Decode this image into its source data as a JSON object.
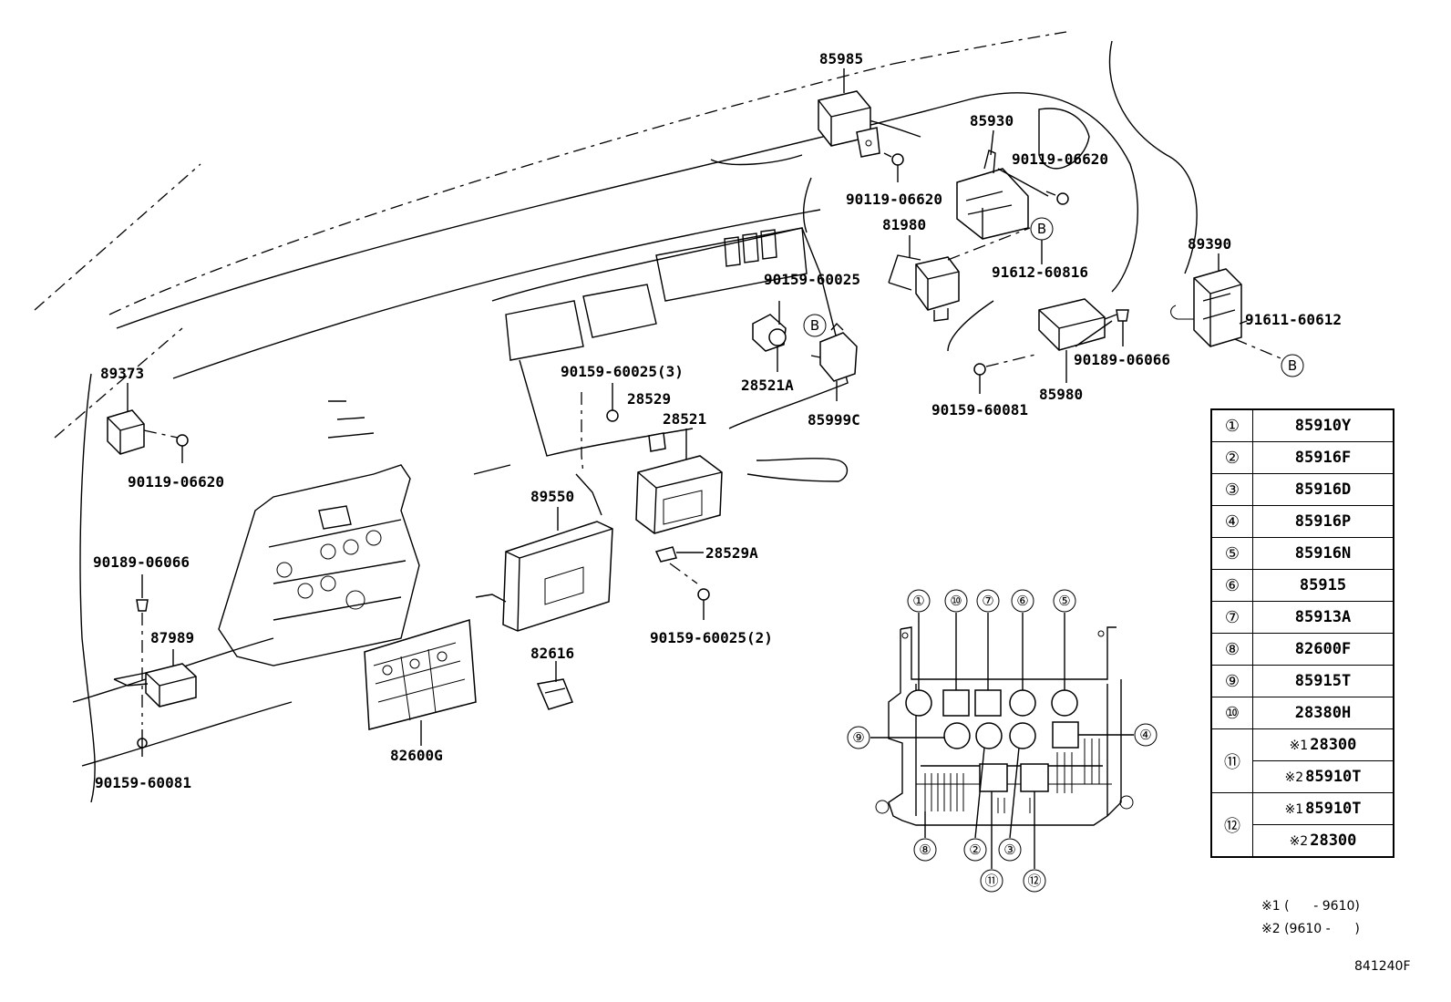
{
  "callouts": {
    "p85985": "85985",
    "p85930": "85930",
    "p90119_a": "90119-06620",
    "p90119_b": "90119-06620",
    "p81980": "81980",
    "p91612": "91612-60816",
    "p89390": "89390",
    "p90159_25": "90159-60025",
    "p91611": "91611-60612",
    "p28521A": "28521A",
    "p85999C": "85999C",
    "p90189_a": "90189-06066",
    "p90159_81a": "90159-60081",
    "p85980": "85980",
    "p89373": "89373",
    "p90159_25_3": "90159-60025(3)",
    "p28529": "28529",
    "p28521": "28521",
    "p90119_c": "90119-06620",
    "p89550": "89550",
    "p28529A": "28529A",
    "p90189_b": "90189-06066",
    "p90159_25_2": "90159-60025(2)",
    "p82616": "82616",
    "p87989": "87989",
    "p82600G": "82600G",
    "p90159_81b": "90159-60081"
  },
  "ref_marks": {
    "b1": "B",
    "b2": "B",
    "b3": "B"
  },
  "fusebox_labels": {
    "n1": "①",
    "n10": "⑩",
    "n7": "⑦",
    "n6": "⑥",
    "n5": "⑤",
    "n9": "⑨",
    "n4": "④",
    "n8": "⑧",
    "n2": "②",
    "n11": "⑪",
    "n3": "③",
    "n12": "⑫"
  },
  "legend": [
    {
      "num": "①",
      "part": "85910Y"
    },
    {
      "num": "②",
      "part": "85916F"
    },
    {
      "num": "③",
      "part": "85916D"
    },
    {
      "num": "④",
      "part": "85916P"
    },
    {
      "num": "⑤",
      "part": "85916N"
    },
    {
      "num": "⑥",
      "part": "85915"
    },
    {
      "num": "⑦",
      "part": "85913A"
    },
    {
      "num": "⑧",
      "part": "82600F"
    },
    {
      "num": "⑨",
      "part": "85915T"
    },
    {
      "num": "⑩",
      "part": "28380H"
    },
    {
      "num": "⑪",
      "rows": [
        {
          "mark": "※1",
          "part": "28300"
        },
        {
          "mark": "※2",
          "part": "85910T"
        }
      ]
    },
    {
      "num": "⑫",
      "rows": [
        {
          "mark": "※1",
          "part": "85910T"
        },
        {
          "mark": "※2",
          "part": "28300"
        }
      ]
    }
  ],
  "notes": {
    "note1": "※1 (      - 9610)",
    "note2": "※2 (9610 -      )"
  },
  "figure_code": "841240F"
}
